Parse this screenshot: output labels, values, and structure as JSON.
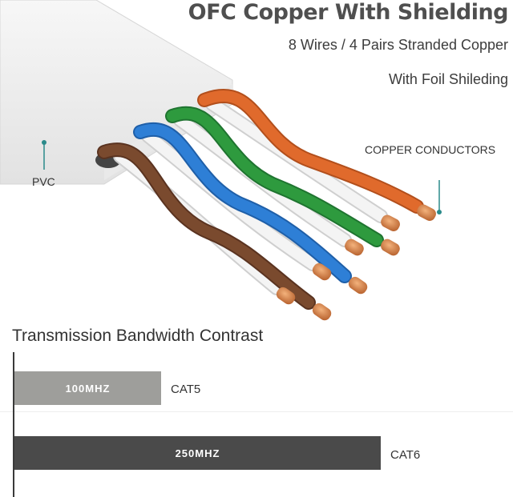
{
  "header": {
    "title": "OFC Copper With Shielding",
    "subtitle_line1": "8 Wires / 4 Pairs Stranded Copper",
    "subtitle_line2": "With Foil Shileding"
  },
  "callouts": {
    "pvc": "PVC",
    "copper": "COPPER CONDUCTORS"
  },
  "bandwidth": {
    "title": "Transmission Bandwidth Contrast",
    "bars": [
      {
        "value_label": "100MHZ",
        "category": "CAT5",
        "mhz": 100,
        "color": "#9e9e9b"
      },
      {
        "value_label": "250MHZ",
        "category": "CAT6",
        "mhz": 250,
        "color": "#4a4a4a"
      }
    ]
  },
  "colors": {
    "callout_teal": "#2a8a8a",
    "wire_orange": "#e06a2c",
    "wire_green": "#2e9a3e",
    "wire_blue": "#2e7fd6",
    "wire_brown": "#7a4a2e",
    "copper": "#d8824a"
  }
}
